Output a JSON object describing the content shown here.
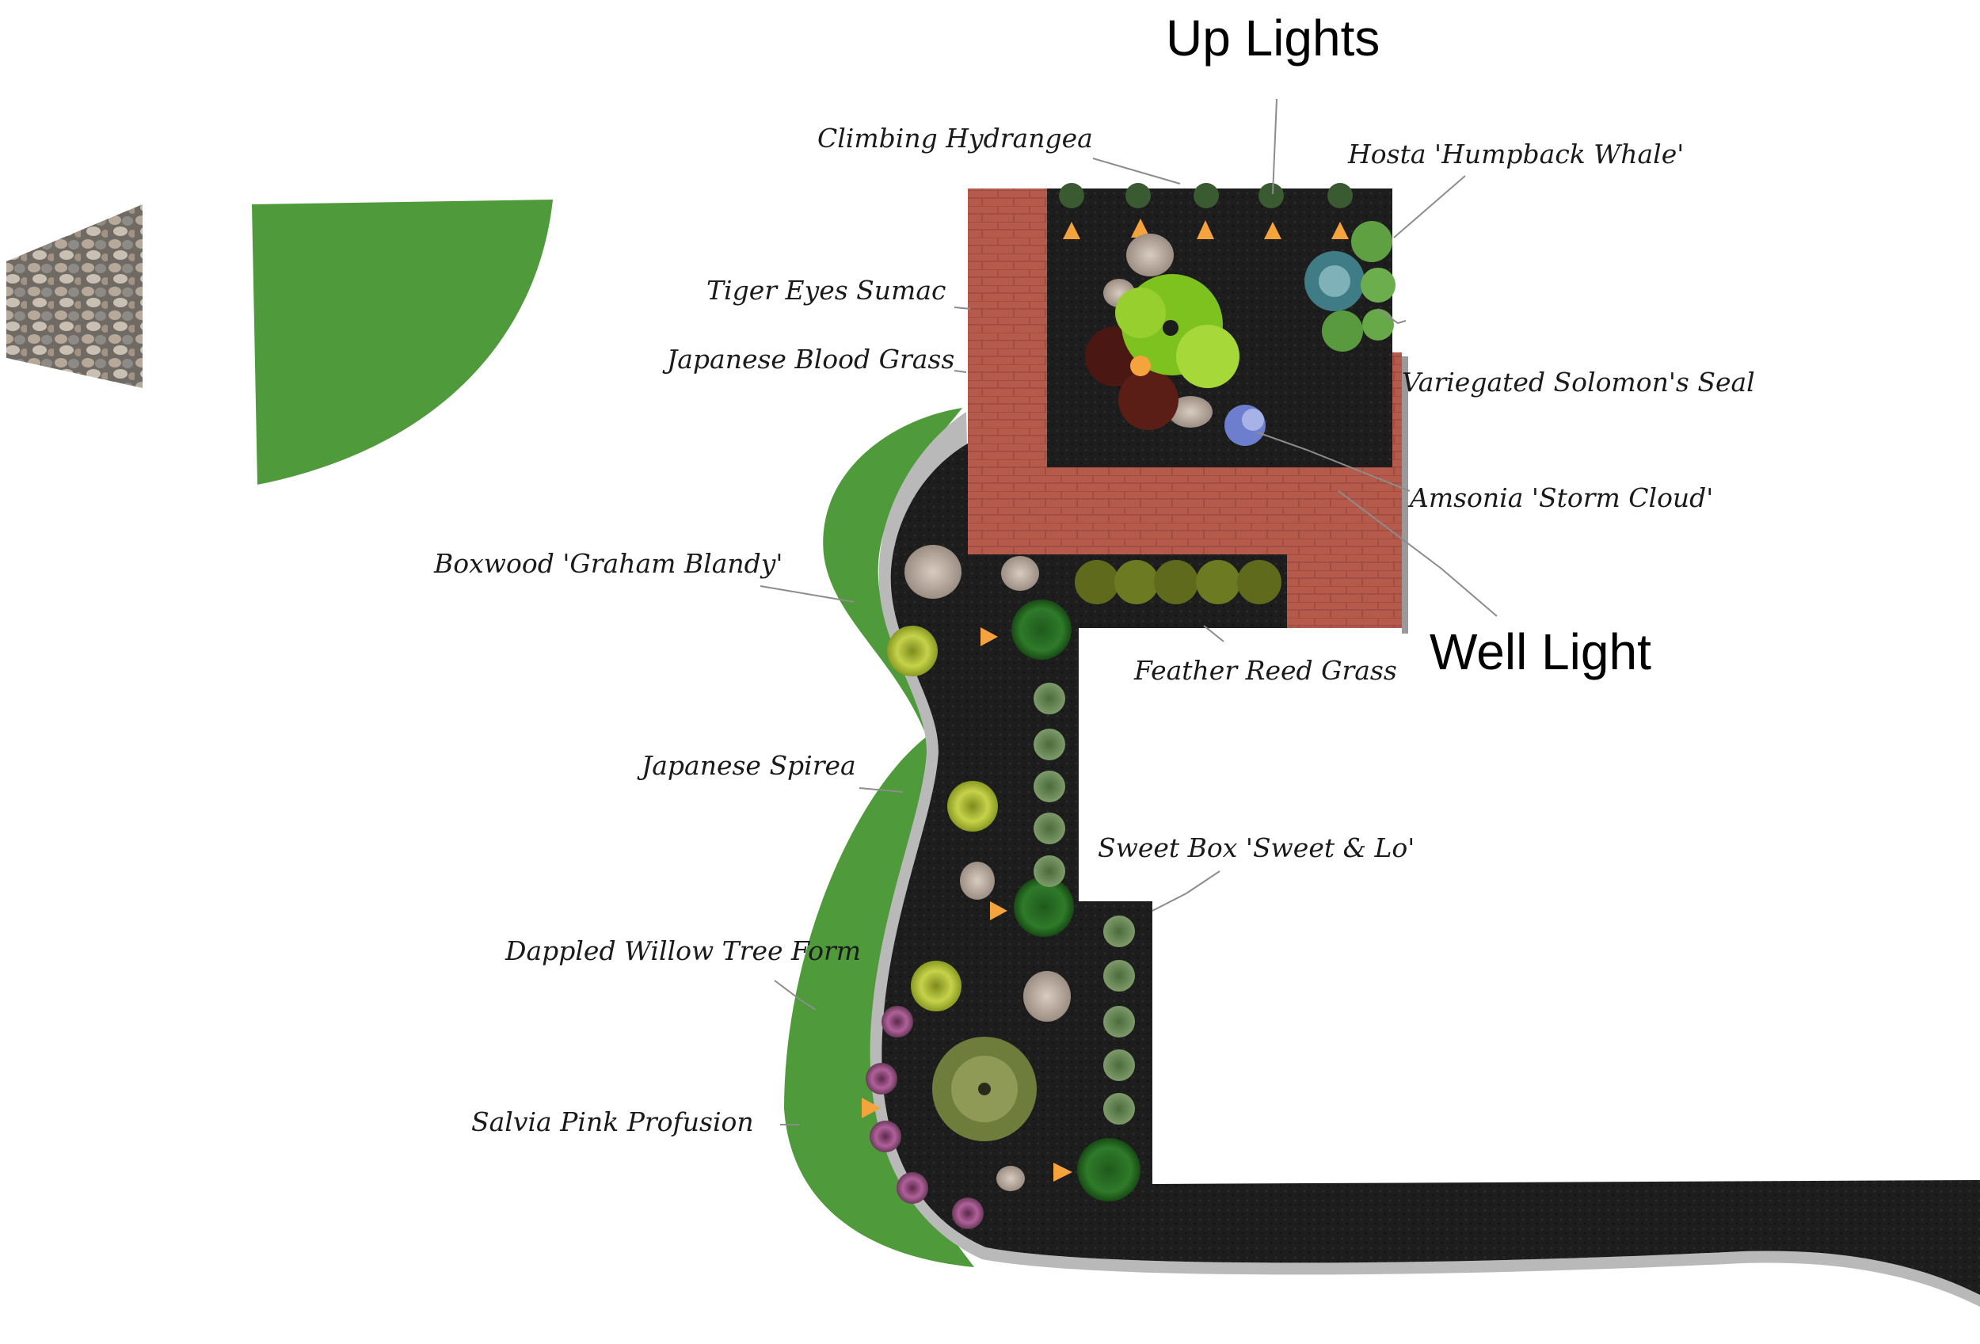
{
  "labels": {
    "up_lights": "Up Lights",
    "well_light": "Well Light",
    "climbing_hydrangea": "Climbing Hydrangea",
    "hosta": "Hosta 'Humpback Whale'",
    "tiger_eyes_sumac": "Tiger Eyes Sumac",
    "japanese_blood_grass": "Japanese Blood Grass",
    "variegated_solomons_seal": "Variegated Solomon's Seal",
    "amsonia": "Amsonia 'Storm Cloud'",
    "boxwood": "Boxwood 'Graham Blandy'",
    "feather_reed_grass": "Feather Reed Grass",
    "japanese_spirea": "Japanese Spirea",
    "sweet_box": "Sweet Box 'Sweet & Lo'",
    "dappled_willow": "Dappled Willow Tree Form",
    "salvia": "Salvia Pink Profusion"
  },
  "colors": {
    "mulch": "#1d1d1d",
    "brick": "#b65a4c",
    "lawn": "#4f9a3a",
    "edging": "#b9b9b9",
    "light_marker": "#f5a33c"
  }
}
